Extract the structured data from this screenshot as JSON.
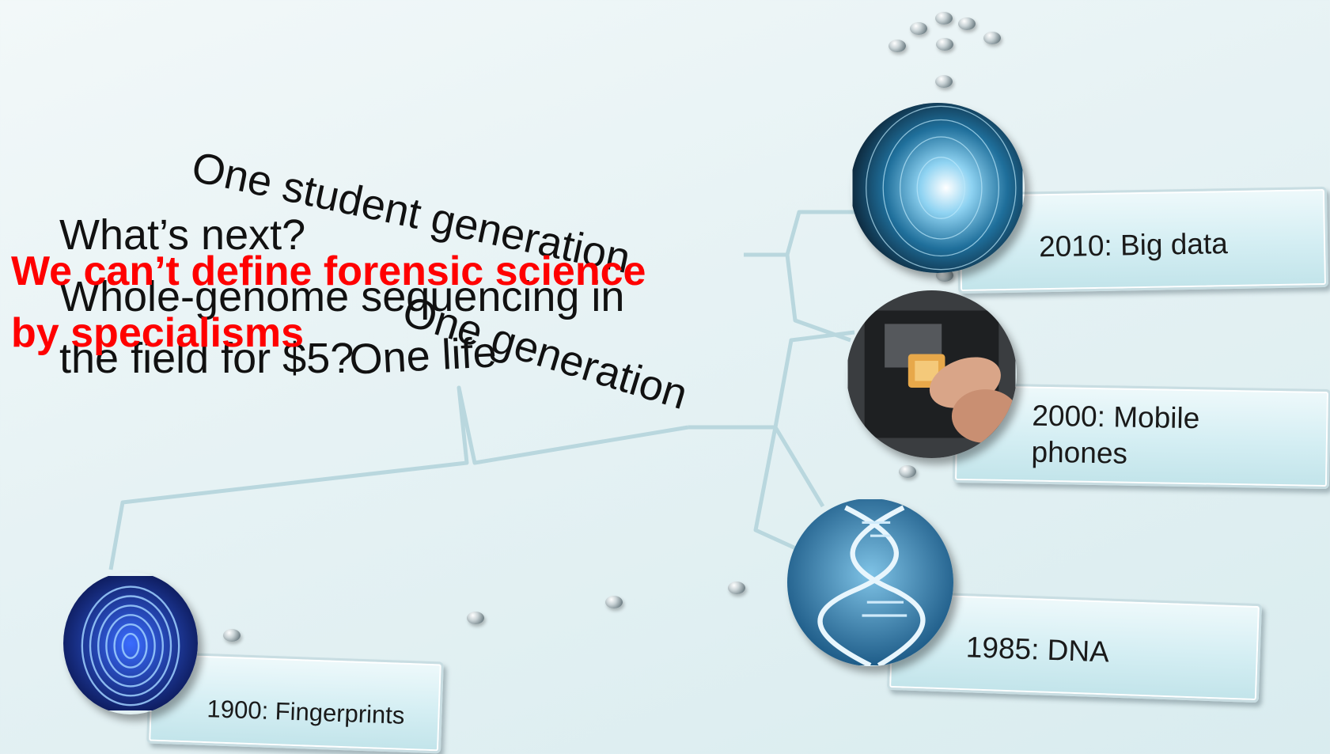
{
  "timeline": {
    "items": [
      {
        "label": "2010: Big data",
        "icon": "binary-data-tunnel-icon"
      },
      {
        "label": "2000: Mobile phones",
        "line1": "2000: Mobile",
        "line2": "phones",
        "icon": "sim-card-phone-icon"
      },
      {
        "label": "1985: DNA",
        "icon": "dna-helix-icon"
      },
      {
        "label": "1900: Fingerprints",
        "icon": "fingerprint-icon"
      }
    ]
  },
  "annotations": {
    "student_generation": "One student generation",
    "generation": "One generation",
    "life": "One life"
  },
  "question": {
    "line1": "What’s next?",
    "line2": "Whole-genome sequencing in",
    "line3": "the field for $5?"
  },
  "headline": {
    "line1": "We can’t define forensic science",
    "line2": "by specialisms"
  },
  "colors": {
    "headline": "#ff0000",
    "body_text": "#111111",
    "box_fill": "#d4eef3",
    "connector": "#b9d7de"
  }
}
